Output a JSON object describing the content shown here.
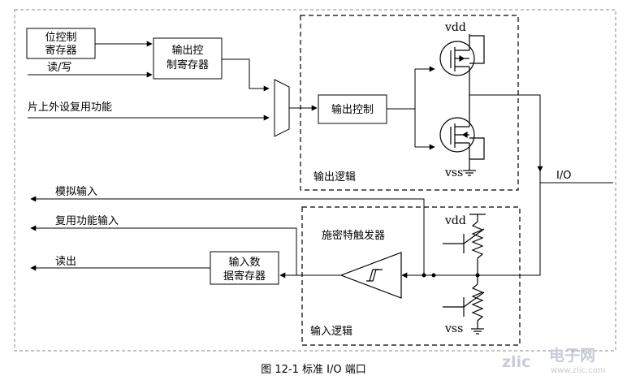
{
  "diagram": {
    "blocks": {
      "bit_control_reg": [
        "位控制",
        "寄存器"
      ],
      "output_control_reg": [
        "输出控",
        "制寄存器"
      ],
      "output_control": "输出控制",
      "input_data_reg": [
        "输入数",
        "据寄存器"
      ]
    },
    "signals": {
      "read_write": "读/写",
      "onchip_alt_func": "片上外设复用功能",
      "analog_input": "模拟输入",
      "alt_func_input": "复用功能输入",
      "read_out": "读出",
      "io_pin": "I/O",
      "schmitt_trigger": "施密特触发器"
    },
    "regions": {
      "output_logic": "输出逻辑",
      "input_logic": "输入逻辑"
    },
    "power": {
      "vdd_top": "vdd",
      "vss_top": "vss",
      "vdd_bottom": "vdd",
      "vss_bottom": "vss"
    },
    "caption": "图  12-1  标准 I/O 端口",
    "watermark": {
      "logo": "zlic",
      "name": "电子网",
      "url": "www.zlic.com"
    }
  }
}
